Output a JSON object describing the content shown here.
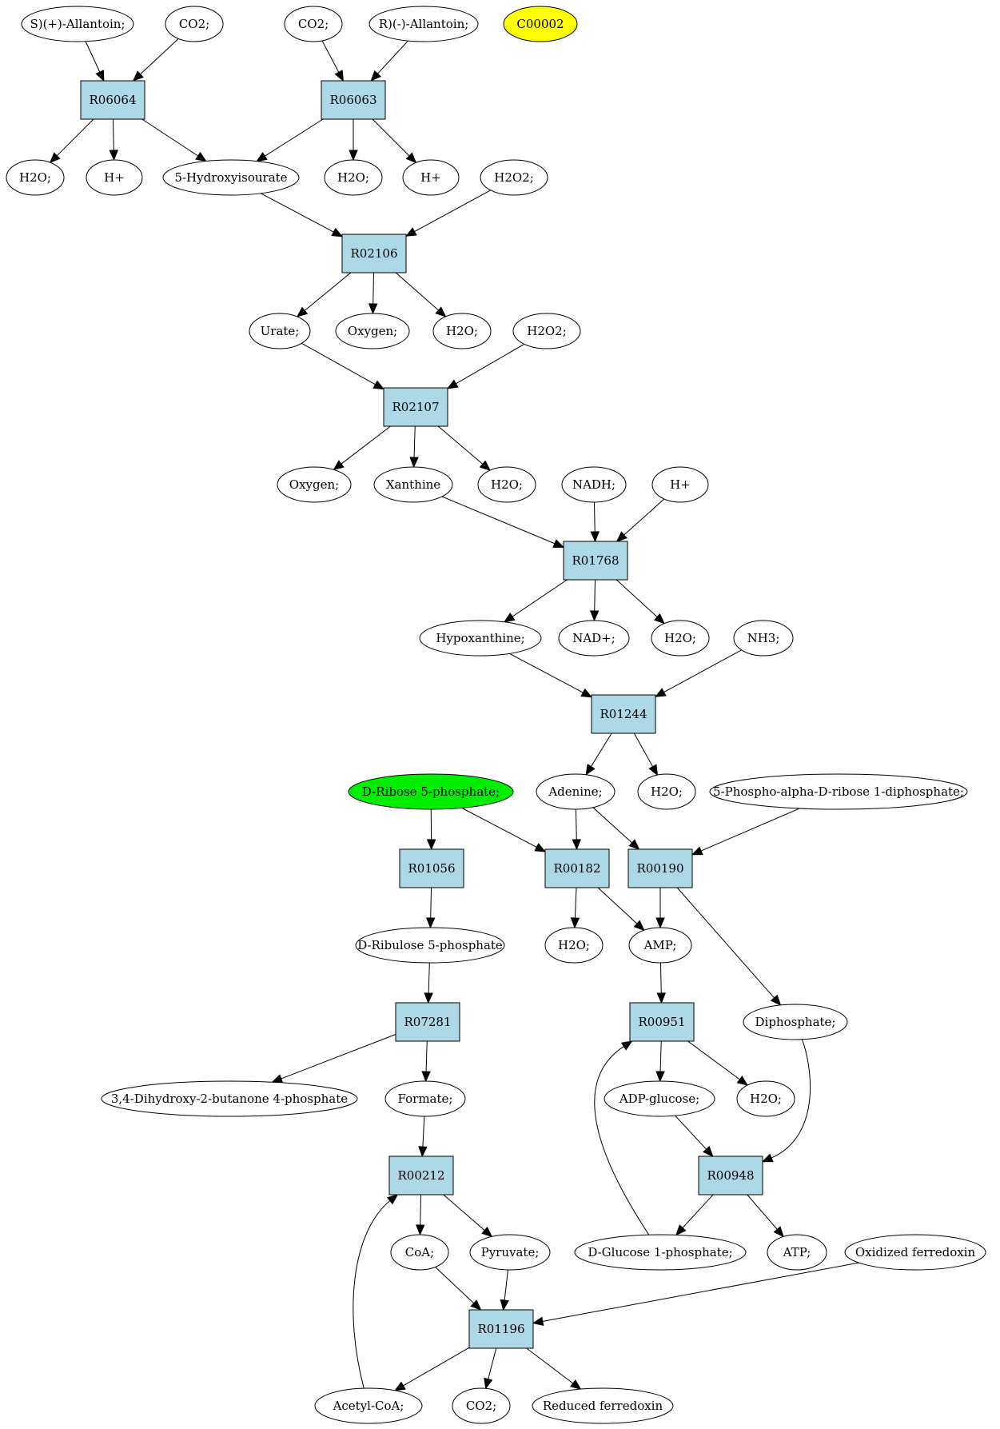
{
  "colors": {
    "reaction_fill": "#add8e6",
    "metabolite_fill": "#ffffff",
    "highlight_yellow": "#ffff00",
    "highlight_green": "#00ee00"
  },
  "reactions": [
    {
      "id": "r06064",
      "label": "R06064"
    },
    {
      "id": "r06063",
      "label": "R06063"
    },
    {
      "id": "r02106",
      "label": "R02106"
    },
    {
      "id": "r02107",
      "label": "R02107"
    },
    {
      "id": "r01768",
      "label": "R01768"
    },
    {
      "id": "r01244",
      "label": "R01244"
    },
    {
      "id": "r01056",
      "label": "R01056"
    },
    {
      "id": "r00182",
      "label": "R00182"
    },
    {
      "id": "r00190",
      "label": "R00190"
    },
    {
      "id": "r07281",
      "label": "R07281"
    },
    {
      "id": "r00951",
      "label": "R00951"
    },
    {
      "id": "r00212",
      "label": "R00212"
    },
    {
      "id": "r00948",
      "label": "R00948"
    },
    {
      "id": "r01196",
      "label": "R01196"
    }
  ],
  "metabolites": [
    {
      "id": "s-allantoin",
      "label": "S)(+)-Allantoin;"
    },
    {
      "id": "co2-a",
      "label": "CO2;"
    },
    {
      "id": "co2-b",
      "label": "CO2;"
    },
    {
      "id": "r-allantoin",
      "label": "R)(-)-Allantoin;"
    },
    {
      "id": "c00002",
      "label": "C00002",
      "color": "yellow"
    },
    {
      "id": "h2o-a",
      "label": "H2O;"
    },
    {
      "id": "hplus-a",
      "label": "H+"
    },
    {
      "id": "hydroxyisourate",
      "label": "5-Hydroxyisourate"
    },
    {
      "id": "h2o-b",
      "label": "H2O;"
    },
    {
      "id": "hplus-b",
      "label": "H+"
    },
    {
      "id": "h2o2-a",
      "label": "H2O2;"
    },
    {
      "id": "urate",
      "label": "Urate;"
    },
    {
      "id": "oxygen-a",
      "label": "Oxygen;"
    },
    {
      "id": "h2o-c",
      "label": "H2O;"
    },
    {
      "id": "h2o2-b",
      "label": "H2O2;"
    },
    {
      "id": "oxygen-b",
      "label": "Oxygen;"
    },
    {
      "id": "xanthine",
      "label": "Xanthine"
    },
    {
      "id": "h2o-d",
      "label": "H2O;"
    },
    {
      "id": "nadh",
      "label": "NADH;"
    },
    {
      "id": "hplus-c",
      "label": "H+"
    },
    {
      "id": "hypoxanthine",
      "label": "Hypoxanthine;"
    },
    {
      "id": "nadplus",
      "label": "NAD+;"
    },
    {
      "id": "h2o-e",
      "label": "H2O;"
    },
    {
      "id": "nh3",
      "label": "NH3;"
    },
    {
      "id": "ribose5p",
      "label": "D-Ribose 5-phosphate;",
      "color": "green"
    },
    {
      "id": "adenine",
      "label": "Adenine;"
    },
    {
      "id": "h2o-f",
      "label": "H2O;"
    },
    {
      "id": "prpp",
      "label": "5-Phospho-alpha-D-ribose 1-diphosphate;"
    },
    {
      "id": "ribulose5p",
      "label": "D-Ribulose 5-phosphate"
    },
    {
      "id": "h2o-g",
      "label": "H2O;"
    },
    {
      "id": "amp",
      "label": "AMP;"
    },
    {
      "id": "diphosphate",
      "label": "Diphosphate;"
    },
    {
      "id": "dhbp",
      "label": "3,4-Dihydroxy-2-butanone 4-phosphate"
    },
    {
      "id": "formate",
      "label": "Formate;"
    },
    {
      "id": "adp-glucose",
      "label": "ADP-glucose;"
    },
    {
      "id": "h2o-h",
      "label": "H2O;"
    },
    {
      "id": "coa",
      "label": "CoA;"
    },
    {
      "id": "pyruvate",
      "label": "Pyruvate;"
    },
    {
      "id": "glucose1p",
      "label": "D-Glucose 1-phosphate;"
    },
    {
      "id": "atp",
      "label": "ATP;"
    },
    {
      "id": "oxfd",
      "label": "Oxidized ferredoxin"
    },
    {
      "id": "acetylcoa",
      "label": "Acetyl-CoA;"
    },
    {
      "id": "co2-c",
      "label": "CO2;"
    },
    {
      "id": "redfd",
      "label": "Reduced ferredoxin"
    }
  ],
  "edges": [
    [
      "s-allantoin",
      "r06064"
    ],
    [
      "co2-a",
      "r06064"
    ],
    [
      "r06064",
      "h2o-a"
    ],
    [
      "r06064",
      "hplus-a"
    ],
    [
      "r06064",
      "hydroxyisourate"
    ],
    [
      "co2-b",
      "r06063"
    ],
    [
      "r-allantoin",
      "r06063"
    ],
    [
      "r06063",
      "hydroxyisourate"
    ],
    [
      "r06063",
      "h2o-b"
    ],
    [
      "r06063",
      "hplus-b"
    ],
    [
      "hydroxyisourate",
      "r02106"
    ],
    [
      "h2o2-a",
      "r02106"
    ],
    [
      "r02106",
      "urate"
    ],
    [
      "r02106",
      "oxygen-a"
    ],
    [
      "r02106",
      "h2o-c"
    ],
    [
      "urate",
      "r02107"
    ],
    [
      "h2o2-b",
      "r02107"
    ],
    [
      "r02107",
      "oxygen-b"
    ],
    [
      "r02107",
      "xanthine"
    ],
    [
      "r02107",
      "h2o-d"
    ],
    [
      "xanthine",
      "r01768"
    ],
    [
      "nadh",
      "r01768"
    ],
    [
      "hplus-c",
      "r01768"
    ],
    [
      "r01768",
      "hypoxanthine"
    ],
    [
      "r01768",
      "nadplus"
    ],
    [
      "r01768",
      "h2o-e"
    ],
    [
      "hypoxanthine",
      "r01244"
    ],
    [
      "nh3",
      "r01244"
    ],
    [
      "r01244",
      "adenine"
    ],
    [
      "r01244",
      "h2o-f"
    ],
    [
      "ribose5p",
      "r01056"
    ],
    [
      "ribose5p",
      "r00182"
    ],
    [
      "adenine",
      "r00182"
    ],
    [
      "adenine",
      "r00190"
    ],
    [
      "prpp",
      "r00190"
    ],
    [
      "r01056",
      "ribulose5p"
    ],
    [
      "r00182",
      "h2o-g"
    ],
    [
      "r00182",
      "amp"
    ],
    [
      "r00190",
      "amp"
    ],
    [
      "r00190",
      "diphosphate"
    ],
    [
      "ribulose5p",
      "r07281"
    ],
    [
      "r07281",
      "dhbp"
    ],
    [
      "r07281",
      "formate"
    ],
    [
      "amp",
      "r00951"
    ],
    [
      "r00951",
      "adp-glucose"
    ],
    [
      "r00951",
      "h2o-h"
    ],
    [
      "formate",
      "r00212"
    ],
    [
      "r00212",
      "coa"
    ],
    [
      "r00212",
      "pyruvate"
    ],
    [
      "adp-glucose",
      "r00948"
    ],
    [
      "diphosphate",
      "r00948"
    ],
    [
      "r00948",
      "glucose1p"
    ],
    [
      "r00948",
      "atp"
    ],
    [
      "glucose1p",
      "r00951"
    ],
    [
      "coa",
      "r01196"
    ],
    [
      "pyruvate",
      "r01196"
    ],
    [
      "oxfd",
      "r01196"
    ],
    [
      "r01196",
      "acetylcoa"
    ],
    [
      "r01196",
      "co2-c"
    ],
    [
      "r01196",
      "redfd"
    ],
    [
      "acetylcoa",
      "r00212"
    ]
  ]
}
